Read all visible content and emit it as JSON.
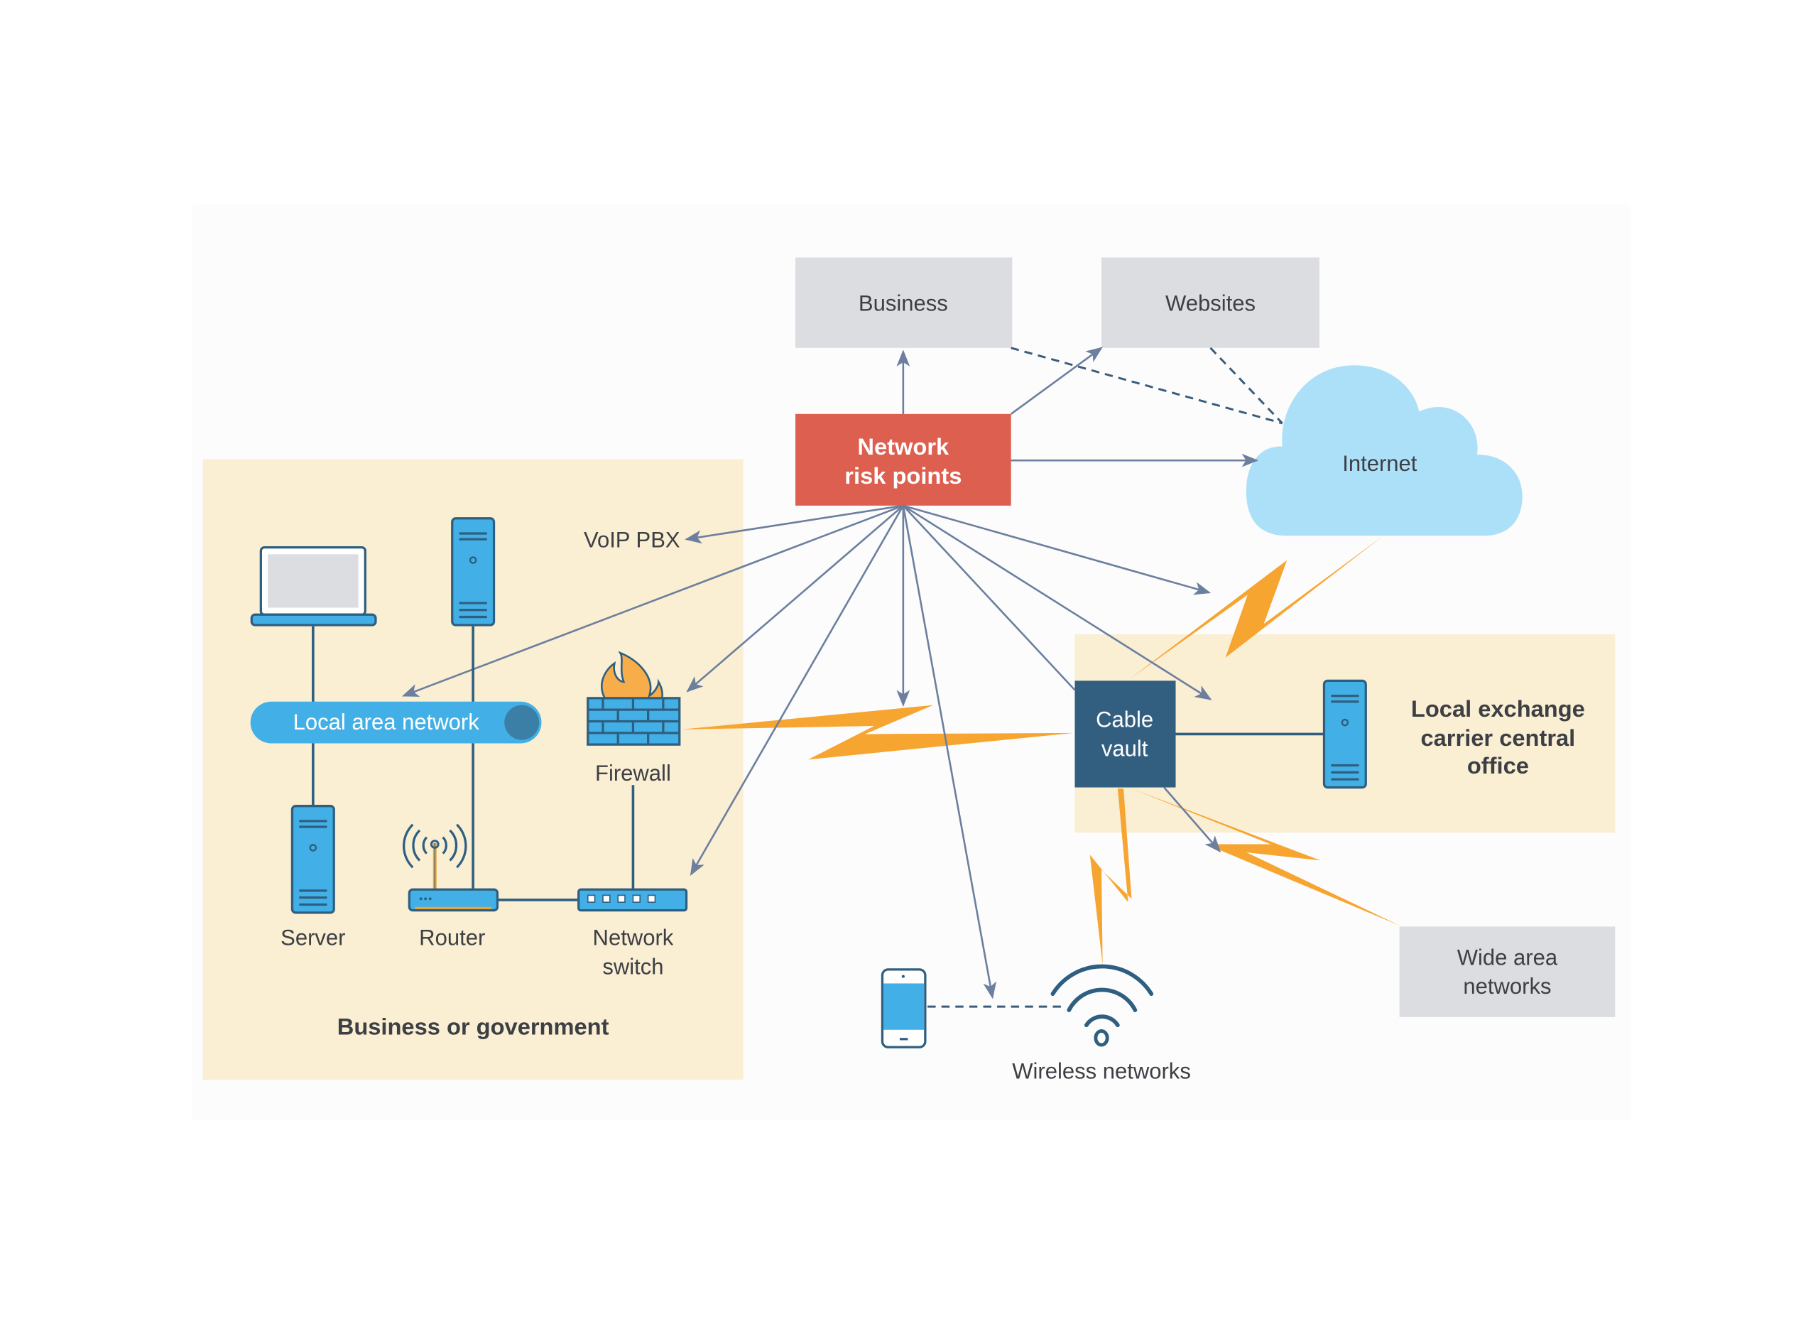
{
  "diagram": {
    "title": "Network risk points",
    "colors": {
      "risk_box": "#dc5f4f",
      "cable_vault": "#325f80",
      "grey_box": "#dcdde0",
      "tan_panel": "#faeed3",
      "cloud": "#ace0f8",
      "device_blue": "#42b0e6",
      "bolt_orange": "#f7a531",
      "arrow": "#6c7f9e"
    },
    "center_node": {
      "line1": "Network",
      "line2": "risk points"
    },
    "top_boxes": {
      "business": "Business",
      "websites": "Websites"
    },
    "cloud": {
      "label": "Internet"
    },
    "left_panel": {
      "title": "Business or government",
      "voip": "VoIP PBX",
      "lan": "Local area network",
      "firewall": "Firewall",
      "server": "Server",
      "router": "Router",
      "switch_line1": "Network",
      "switch_line2": "switch"
    },
    "right_panel": {
      "cable_vault_line1": "Cable",
      "cable_vault_line2": "vault",
      "lec_line1": "Local exchange",
      "lec_line2": "carrier central",
      "lec_line3": "office"
    },
    "wan": {
      "line1": "Wide area",
      "line2": "networks"
    },
    "wireless": {
      "label": "Wireless networks"
    },
    "icons": [
      "laptop-icon",
      "server-icon",
      "firewall-icon",
      "router-icon",
      "network-switch-icon",
      "smartphone-icon",
      "wifi-icon",
      "cloud-icon",
      "lightning-bolt-icon"
    ]
  }
}
